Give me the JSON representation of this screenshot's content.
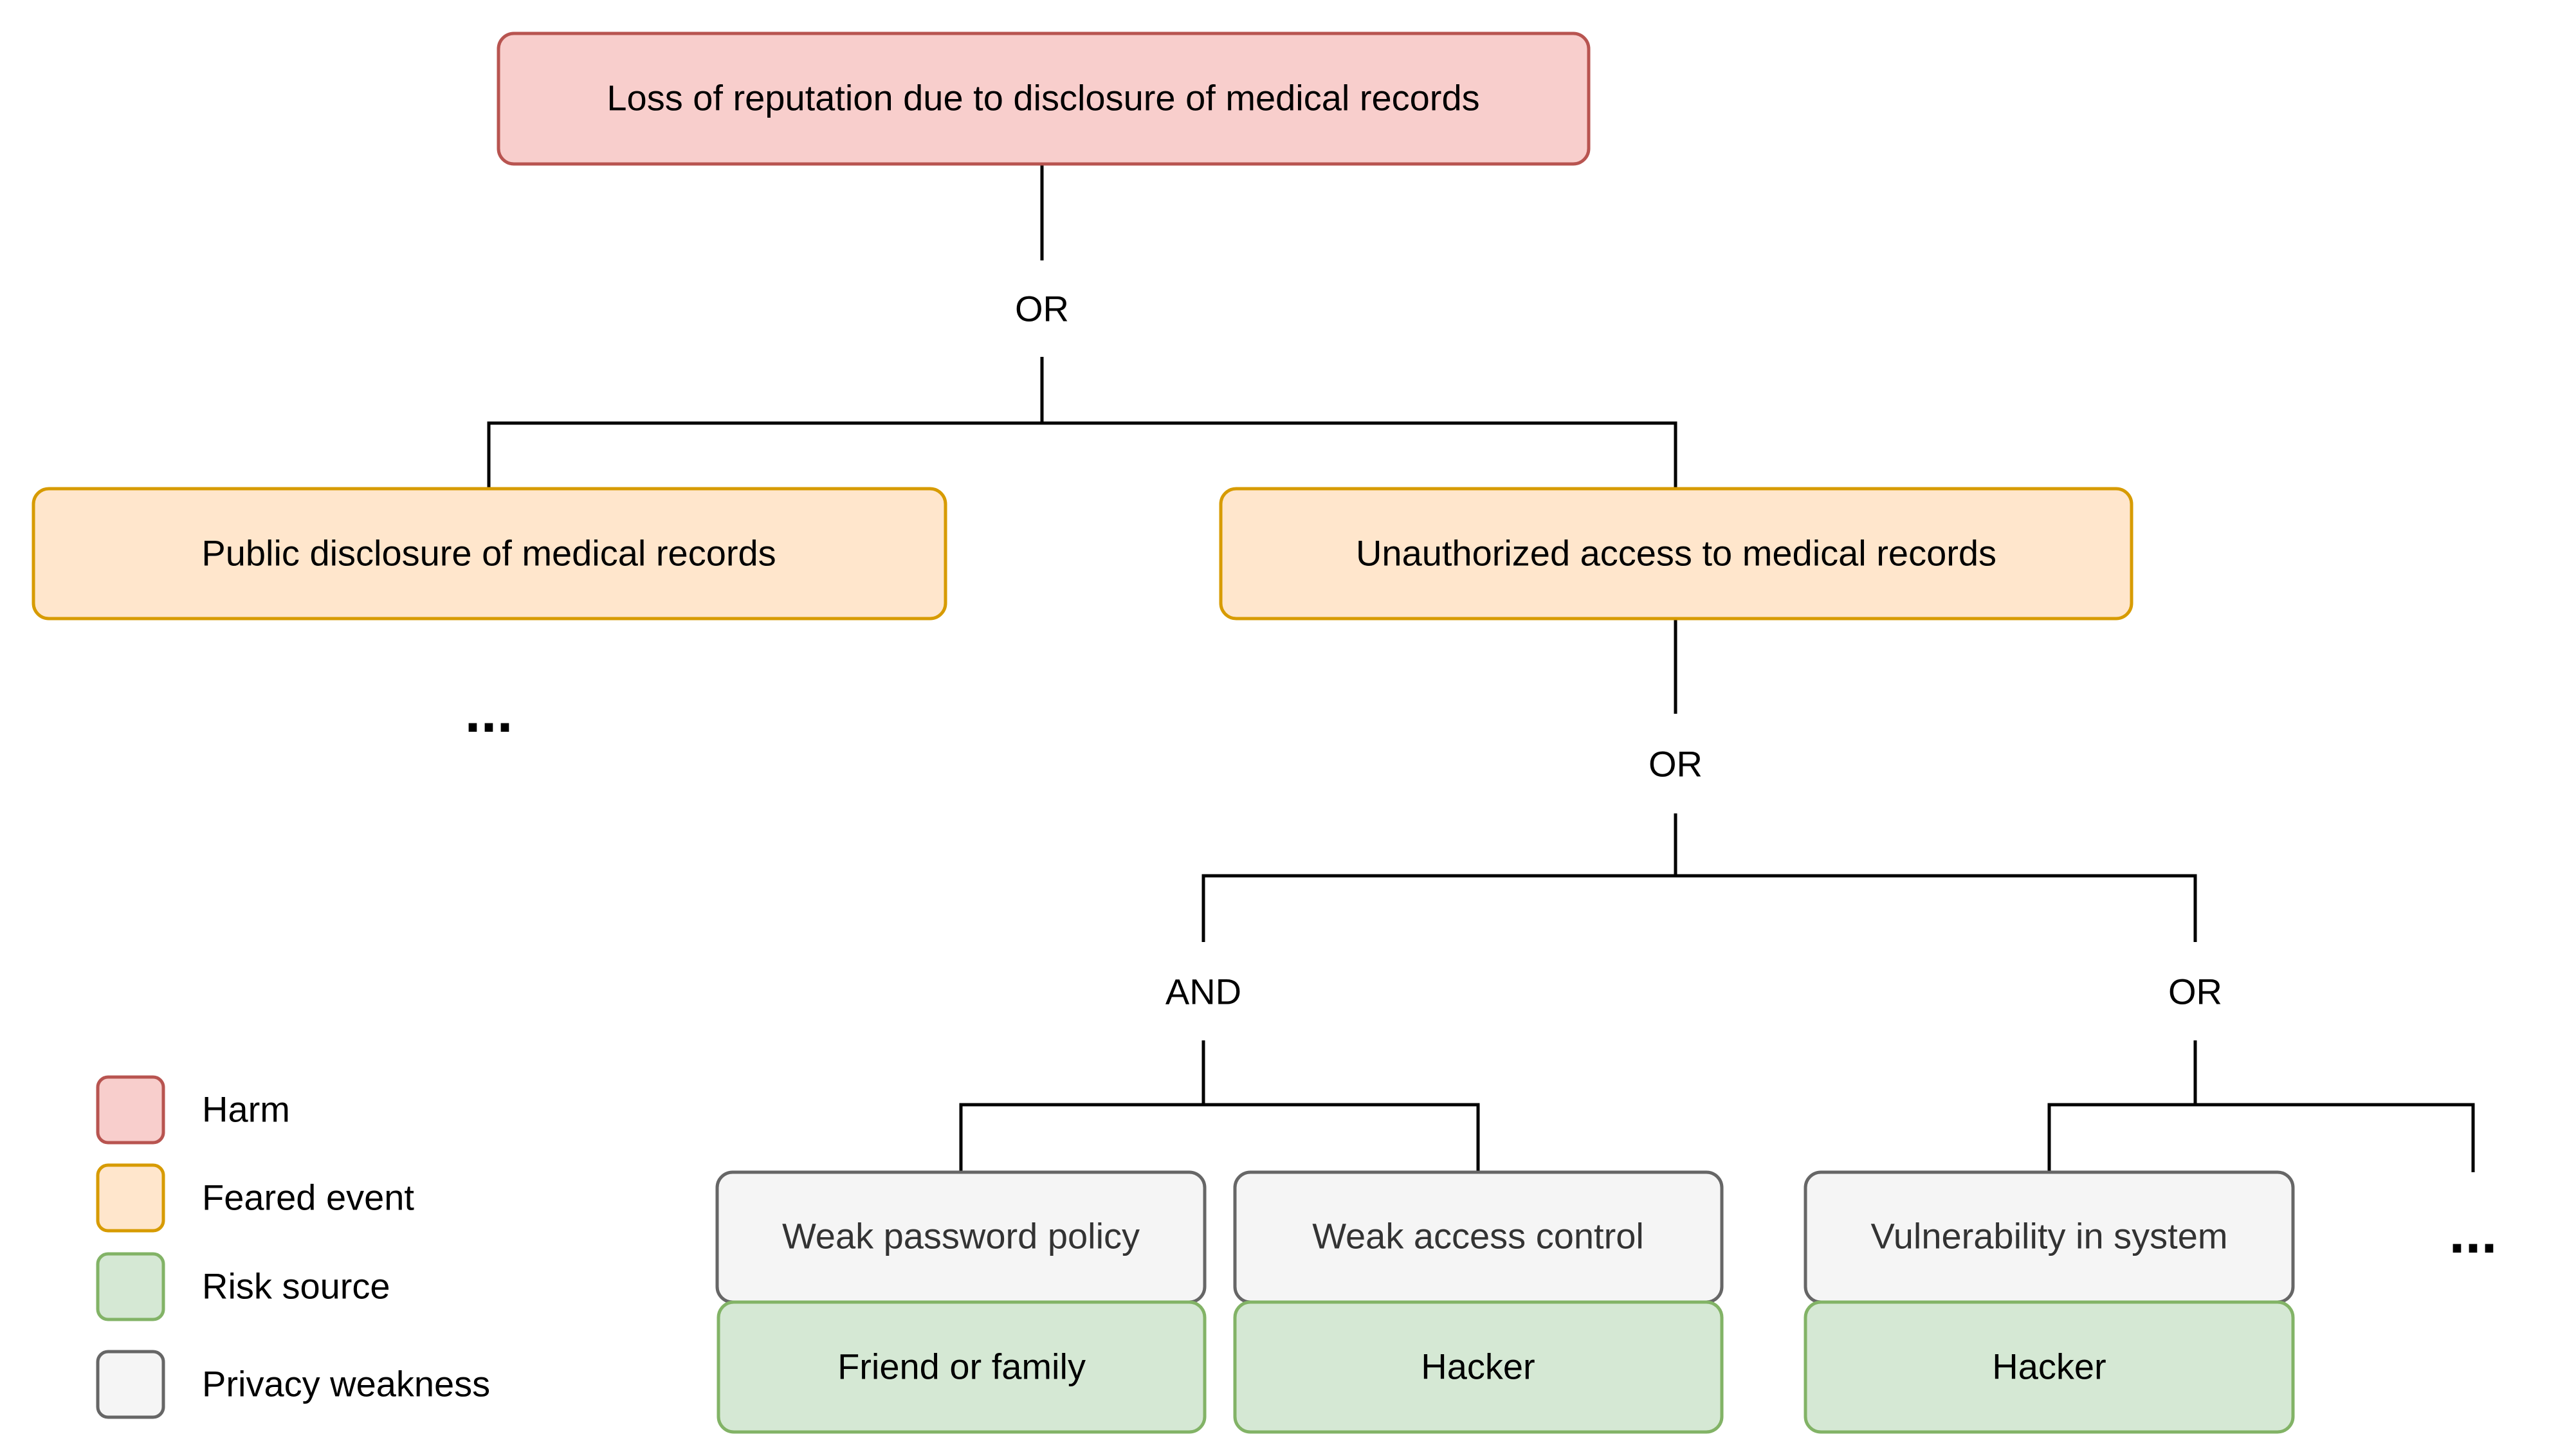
{
  "node_styles": {
    "harm": {
      "fill": "#f8cecc",
      "stroke": "#b85450",
      "text": "#000000"
    },
    "feared": {
      "fill": "#ffe6cc",
      "stroke": "#d79b00",
      "text": "#000000"
    },
    "risk": {
      "fill": "#d5e8d4",
      "stroke": "#82b366",
      "text": "#000000"
    },
    "weakness": {
      "fill": "#f5f5f5",
      "stroke": "#666666",
      "text": "#333333"
    }
  },
  "nodes": {
    "harm_root": {
      "label": "Loss of reputation due to disclosure of medical records",
      "kind": "harm"
    },
    "public": {
      "label": "Public disclosure of medical records",
      "kind": "feared"
    },
    "unauthorized": {
      "label": "Unauthorized access to medical records",
      "kind": "feared"
    },
    "weak_password": {
      "label": "Weak password policy",
      "kind": "weakness"
    },
    "weak_access": {
      "label": "Weak access control",
      "kind": "weakness"
    },
    "vulnerability": {
      "label": "Vulnerability in system",
      "kind": "weakness"
    },
    "friend": {
      "label": "Friend or family",
      "kind": "risk"
    },
    "hacker_1": {
      "label": "Hacker",
      "kind": "risk"
    },
    "hacker_2": {
      "label": "Hacker",
      "kind": "risk"
    }
  },
  "gates": {
    "gate_top": {
      "label": "OR"
    },
    "gate_mid": {
      "label": "OR"
    },
    "gate_and": {
      "label": "AND"
    },
    "gate_right": {
      "label": "OR"
    }
  },
  "edges": [
    [
      "harm_root",
      "gate_top"
    ],
    [
      "gate_top",
      "public"
    ],
    [
      "gate_top",
      "unauthorized"
    ],
    [
      "unauthorized",
      "gate_mid"
    ],
    [
      "gate_mid",
      "gate_and"
    ],
    [
      "gate_mid",
      "gate_right"
    ],
    [
      "gate_and",
      "weak_password"
    ],
    [
      "gate_and",
      "weak_access"
    ],
    [
      "gate_right",
      "vulnerability"
    ],
    [
      "gate_right",
      "ellipsis_right"
    ]
  ],
  "ellipses": {
    "ellipsis_left": {
      "label": "..."
    },
    "ellipsis_right": {
      "label": "..."
    }
  },
  "legend": [
    {
      "label": "Harm",
      "kind": "harm"
    },
    {
      "label": "Feared event",
      "kind": "feared"
    },
    {
      "label": "Risk source",
      "kind": "risk"
    },
    {
      "label": "Privacy weakness",
      "kind": "weakness"
    }
  ]
}
